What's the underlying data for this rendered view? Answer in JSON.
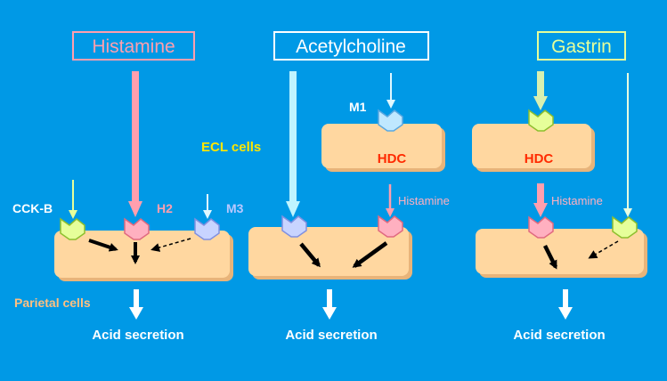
{
  "colors": {
    "background": "#0099e6",
    "cell_fill": "#ffd7a0",
    "cell_shadow": "#e8b47a",
    "histamine": "#ff9fae",
    "acetylcholine": "#bff4ff",
    "gastrin": "#e6ff9a",
    "m3_receptor": "#b8c8ff",
    "ecl_label": "#ffe600",
    "parietal_label": "#ffc080",
    "hdc_text": "#ff2a00",
    "white": "#ffffff",
    "black": "#000000"
  },
  "columns": {
    "histamine": {
      "title": "Histamine",
      "receptors": {
        "cckb": "CCK-B",
        "h2": "H2",
        "m3": "M3"
      },
      "output": "Acid secretion"
    },
    "acetylcholine": {
      "title": "Acetylcholine",
      "receptor": "M1",
      "enzyme": "HDC",
      "mediator": "Histamine",
      "output": "Acid secretion"
    },
    "gastrin": {
      "title": "Gastrin",
      "enzyme": "HDC",
      "mediator": "Histamine",
      "output": "Acid secretion"
    }
  },
  "labels": {
    "ecl_cells": "ECL cells",
    "parietal_cells": "Parietal cells"
  }
}
